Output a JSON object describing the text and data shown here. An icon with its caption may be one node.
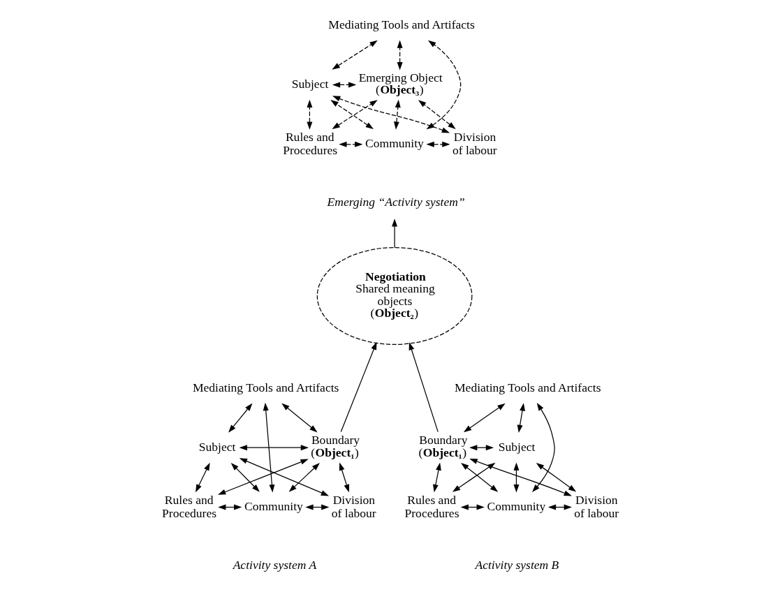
{
  "diagram": {
    "nodes": [
      {
        "text": [
          "Mediating Tools and Artifacts"
        ]
      },
      {
        "text": [
          "Subject"
        ]
      },
      {
        "text": [
          "Emerging Object",
          "(**Object₃**)"
        ]
      },
      {
        "text": [
          "Rules and Procedures"
        ]
      },
      {
        "text": [
          "Community"
        ]
      },
      {
        "text": [
          "Division of labour"
        ]
      },
      {
        "text": [
          "Emerging “Activity system”"
        ]
      },
      {
        "text": [
          "**Negotiation**",
          "Shared meaning objects (**Object₂**)"
        ]
      },
      {
        "text": [
          "Mediating Tools and Artifacts"
        ]
      },
      {
        "text": [
          "Subject"
        ]
      },
      {
        "text": [
          "Boundary",
          "(**Object₁**)"
        ]
      },
      {
        "text": [
          "Rules and Procedures"
        ]
      },
      {
        "text": [
          "Community"
        ]
      },
      {
        "text": [
          "Division of labour"
        ]
      },
      {
        "text": [
          "Mediating Tools and Artifacts"
        ]
      },
      {
        "text": [
          "Boundary",
          "(**Object₁**)"
        ]
      },
      {
        "text": [
          "Subject"
        ]
      },
      {
        "text": [
          "Rules and Procedures"
        ]
      },
      {
        "text": [
          "Community"
        ]
      },
      {
        "text": [
          "Division of labour"
        ]
      }
    ],
    "edges": [
      {
        "from": 1,
        "to": 0,
        "arrow": "both",
        "style": "dashed"
      },
      {
        "from": 2,
        "to": 0,
        "arrow": "both",
        "style": "dashed"
      },
      {
        "from": 4,
        "to": 0,
        "arrow": "both",
        "style": "dashed"
      },
      {
        "from": 1,
        "to": 2,
        "arrow": "both",
        "style": "dashed"
      },
      {
        "from": 3,
        "to": 1,
        "arrow": "both",
        "style": "dashed"
      },
      {
        "from": 4,
        "to": 1,
        "arrow": "both",
        "style": "dashed"
      },
      {
        "from": 5,
        "to": 1,
        "arrow": "both",
        "style": "dashed"
      },
      {
        "from": 3,
        "to": 2,
        "arrow": "both",
        "style": "dashed"
      },
      {
        "from": 4,
        "to": 2,
        "arrow": "both",
        "style": "dashed"
      },
      {
        "from": 5,
        "to": 2,
        "arrow": "both",
        "style": "dashed"
      },
      {
        "from": 3,
        "to": 4,
        "arrow": "both",
        "style": "dashed"
      },
      {
        "from": 4,
        "to": 5,
        "arrow": "both",
        "style": "dashed"
      },
      {
        "from": 7,
        "to": 6,
        "arrow": "to"
      },
      {
        "from": 9,
        "to": 8,
        "arrow": "both"
      },
      {
        "from": 10,
        "to": 8,
        "arrow": "both"
      },
      {
        "from": 12,
        "to": 8,
        "arrow": "both"
      },
      {
        "from": 9,
        "to": 10,
        "arrow": "both"
      },
      {
        "from": 11,
        "to": 9,
        "arrow": "both"
      },
      {
        "from": 12,
        "to": 9,
        "arrow": "both"
      },
      {
        "from": 13,
        "to": 9,
        "arrow": "both"
      },
      {
        "from": 11,
        "to": 10,
        "arrow": "both"
      },
      {
        "from": 12,
        "to": 10,
        "arrow": "both"
      },
      {
        "from": 13,
        "to": 10,
        "arrow": "both"
      },
      {
        "from": 11,
        "to": 12,
        "arrow": "both"
      },
      {
        "from": 12,
        "to": 13,
        "arrow": "both"
      },
      {
        "from": 10,
        "to": 7,
        "arrow": "to"
      },
      {
        "from": 15,
        "to": 7,
        "arrow": "to"
      },
      {
        "from": 15,
        "to": 14,
        "arrow": "both"
      },
      {
        "from": 16,
        "to": 14,
        "arrow": "both"
      },
      {
        "from": 18,
        "to": 14,
        "arrow": "both"
      },
      {
        "from": 15,
        "to": 16,
        "arrow": "both"
      },
      {
        "from": 17,
        "to": 15,
        "arrow": "both"
      },
      {
        "from": 18,
        "to": 15,
        "arrow": "both"
      },
      {
        "from": 19,
        "to": 15,
        "arrow": "both"
      },
      {
        "from": 17,
        "to": 16,
        "arrow": "both"
      },
      {
        "from": 18,
        "to": 16,
        "arrow": "both"
      },
      {
        "from": 19,
        "to": 16,
        "arrow": "both"
      },
      {
        "from": 17,
        "to": 18,
        "arrow": "both"
      },
      {
        "from": 18,
        "to": 19,
        "arrow": "both"
      }
    ],
    "labels": [
      "Activity system A",
      "Activity system B"
    ]
  }
}
